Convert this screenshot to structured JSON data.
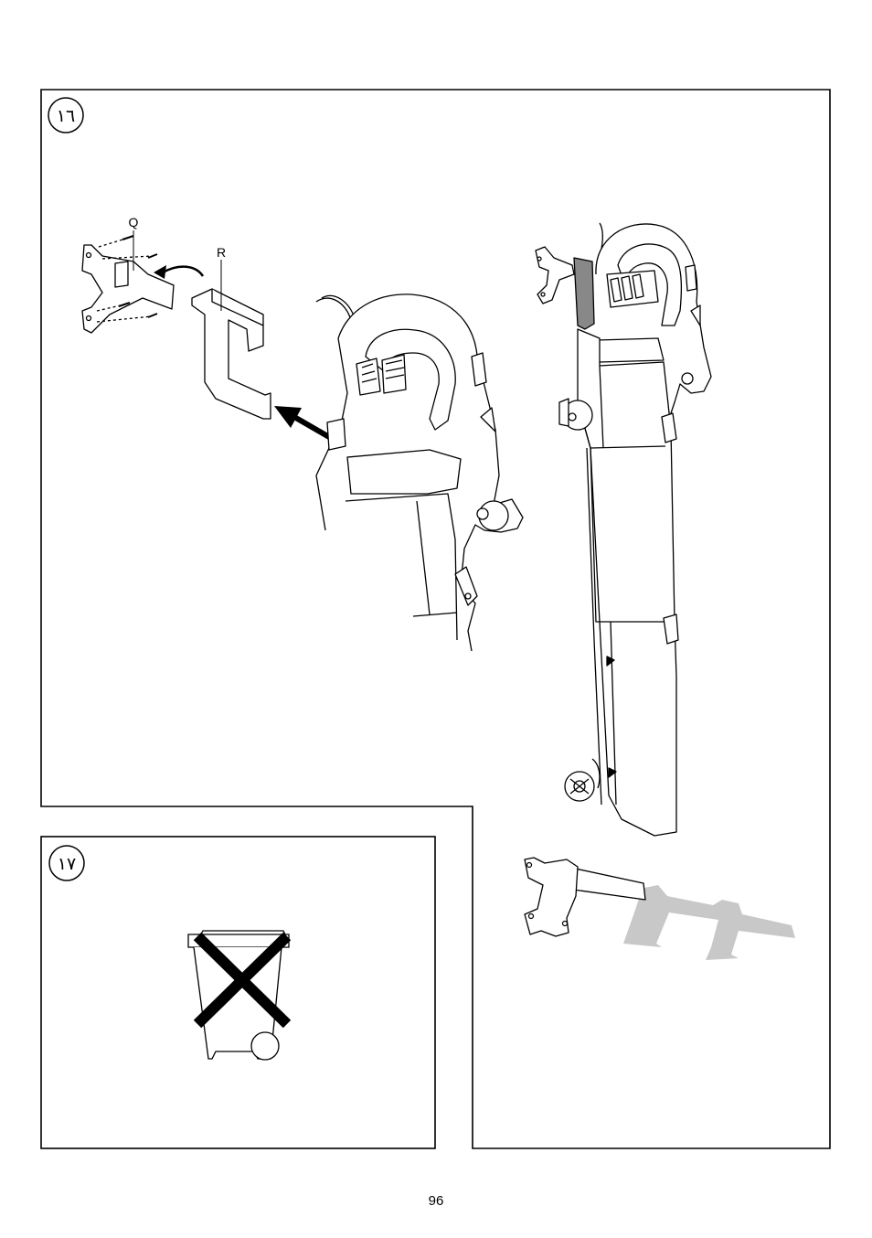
{
  "steps": [
    {
      "number": "١٦",
      "callouts": {
        "bracket": "Q",
        "holder": "R"
      }
    },
    {
      "number": "١٧"
    }
  ],
  "icons": {
    "wall_bracket": "wall-bracket-icon",
    "tube_holder": "tube-holder-icon",
    "blower": "garden-blower-vacuum-icon",
    "disposal": "crossed-out-wheelie-bin-icon"
  },
  "colors": {
    "line": "#000000",
    "highlight": "#888888",
    "ghost": "#c8c8c8"
  },
  "page": {
    "number": "96"
  }
}
